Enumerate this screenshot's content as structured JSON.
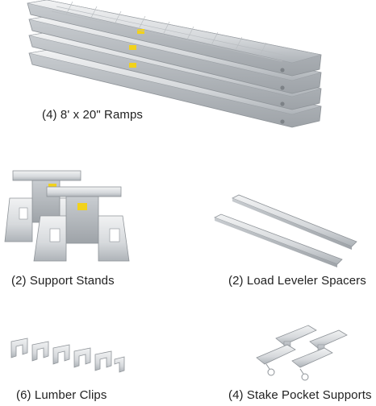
{
  "products": {
    "ramps": {
      "label": "(4) 8' x 20\" Ramps"
    },
    "support_stands": {
      "label": "(2) Support Stands"
    },
    "load_leveler_spacers": {
      "label": "(2) Load Leveler Spacers"
    },
    "lumber_clips": {
      "label": "(6) Lumber Clips"
    },
    "stake_pocket_supports": {
      "label": "(4) Stake Pocket Supports"
    }
  },
  "colors": {
    "aluminum": "#d9dcdf",
    "aluminum_dark": "#a7acb1",
    "warning_label": "#f2d21b"
  }
}
